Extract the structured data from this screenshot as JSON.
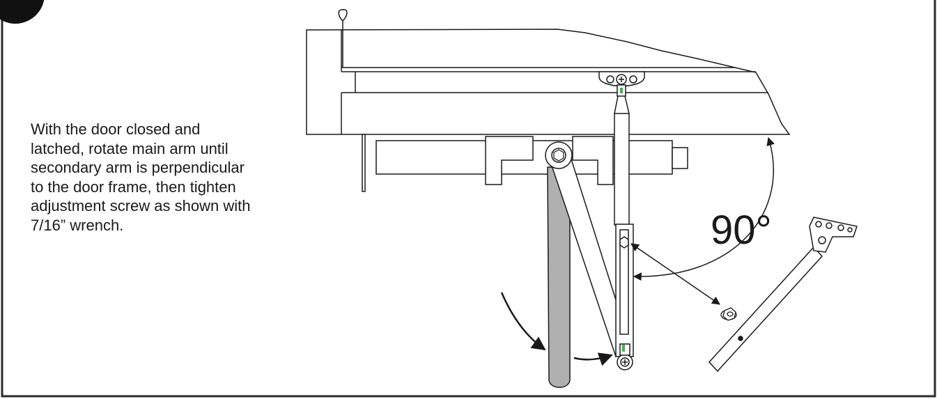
{
  "instruction": {
    "lines": [
      "With the door closed and",
      "latched, rotate main arm until",
      "secondary arm is perpendicular",
      "to the door frame, then tighten",
      "adjustment screw as shown with",
      "7/16” wrench."
    ]
  },
  "angle_label": "90°",
  "colors": {
    "ink": "#1a1a1a",
    "main_arm_fill": "#b0b0b0",
    "highlight": "#39b54a",
    "background": "#ffffff"
  }
}
